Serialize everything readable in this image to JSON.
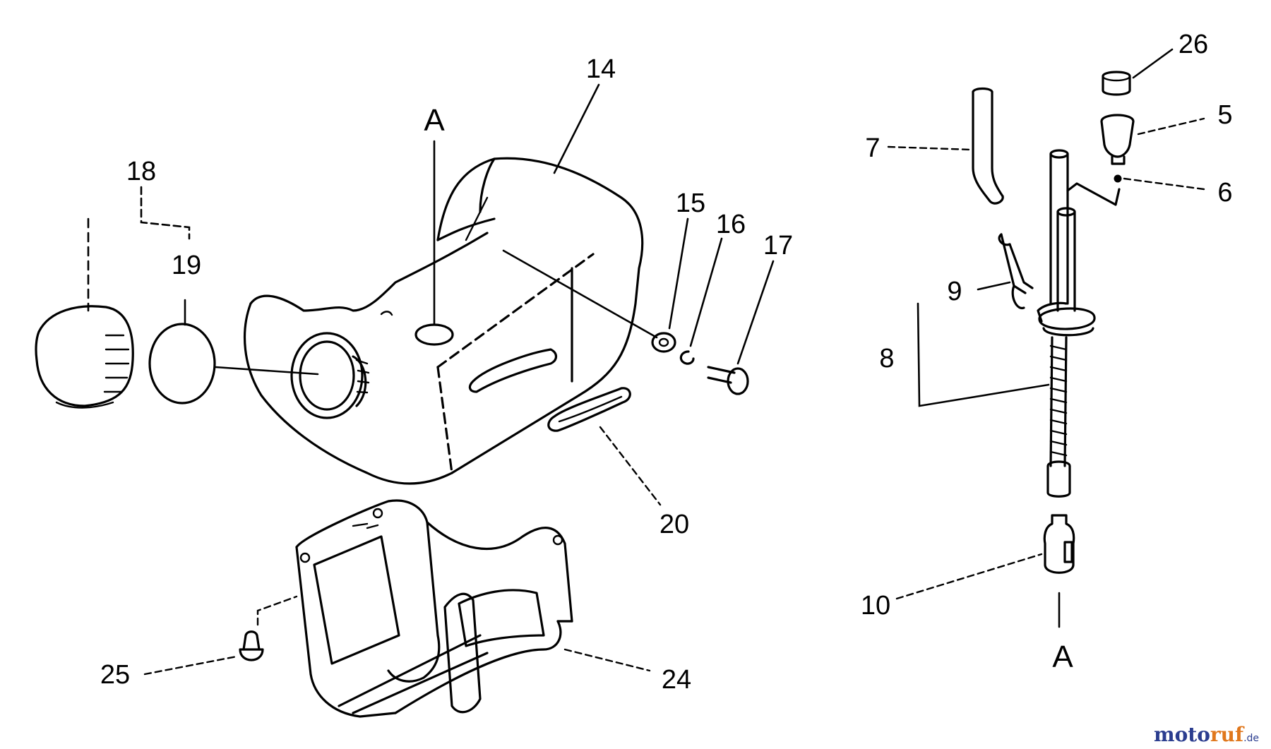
{
  "callouts": {
    "c14": "14",
    "cA_top": "A",
    "c18": "18",
    "c19": "19",
    "c15": "15",
    "c16": "16",
    "c17": "17",
    "c20": "20",
    "c25": "25",
    "c24": "24",
    "c26": "26",
    "c5": "5",
    "c7": "7",
    "c6": "6",
    "c9": "9",
    "c8": "8",
    "c10": "10",
    "cA_bottom": "A"
  },
  "watermark": {
    "part1": "moto",
    "part2": "ruf",
    "suffix": ".de"
  }
}
